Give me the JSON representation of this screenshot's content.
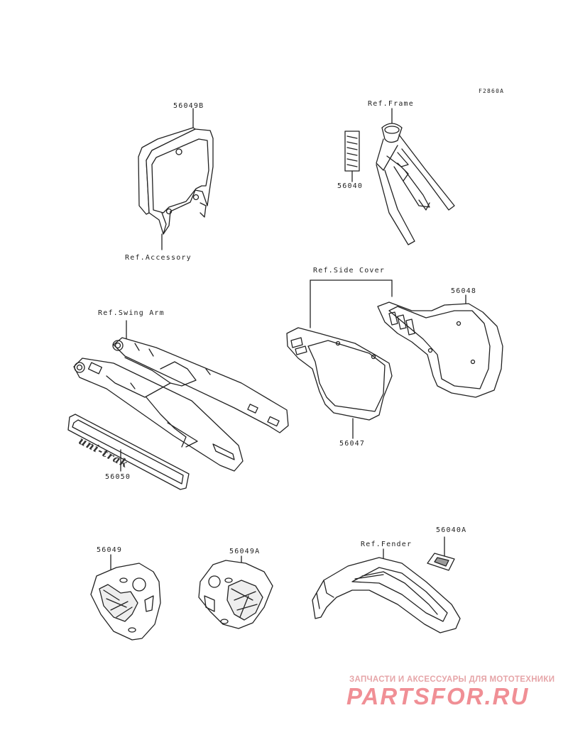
{
  "figure_code": "F2860A",
  "labels": {
    "p56049B": "56049B",
    "ref_accessory": "Ref.Accessory",
    "ref_frame": "Ref.Frame",
    "p56040": "56040",
    "ref_side_cover": "Ref.Side Cover",
    "p56048": "56048",
    "ref_swing_arm": "Ref.Swing Arm",
    "p56047": "56047",
    "p56050": "56050",
    "decal_text": "uni-trak",
    "p56040A": "56040A",
    "ref_fender": "Ref.Fender",
    "p56049": "56049",
    "p56049A": "56049A"
  },
  "watermark": {
    "tagline": "ЗАПЧАСТИ И АКСЕССУАРЫ ДЛЯ МОТОТЕХНИКИ",
    "logo": "PARTSFOR.RU",
    "color": "#f08f95"
  },
  "colors": {
    "line": "#222222",
    "background": "#ffffff"
  }
}
